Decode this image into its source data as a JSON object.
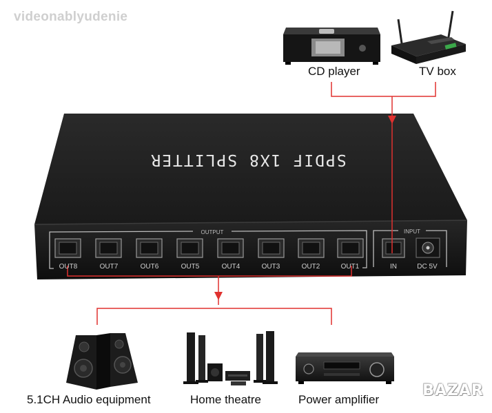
{
  "watermark": "videonablyudenie",
  "sources": {
    "cd_player": "CD player",
    "tv_box": "TV box"
  },
  "device": {
    "title": "SPDIF 1X8 SPLITTER",
    "output_label": "OUTPUT",
    "input_label": "INPUT",
    "outputs": [
      "OUT8",
      "OUT7",
      "OUT6",
      "OUT5",
      "OUT4",
      "OUT3",
      "OUT2",
      "OUT1"
    ],
    "in_label": "IN",
    "dc_label": "DC 5V"
  },
  "destinations": {
    "audio": "5.1CH Audio equipment",
    "theatre": "Home theatre",
    "amplifier": "Power amplifier"
  },
  "logo": "BAZAR",
  "colors": {
    "line": "#e0312f",
    "device": "#1f1f1f"
  }
}
